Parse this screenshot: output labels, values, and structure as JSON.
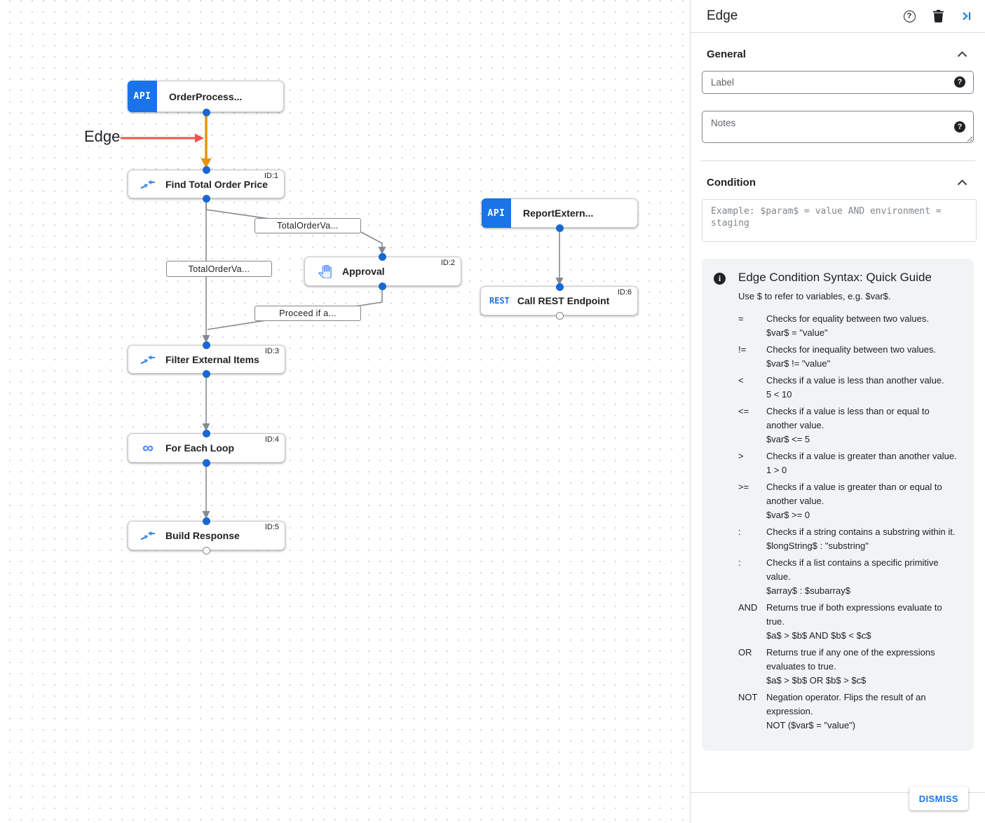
{
  "canvas": {
    "annotation": {
      "label": "Edge"
    },
    "nodes": [
      {
        "title": "OrderProcess...",
        "badge": "",
        "icon": "api",
        "icon_label": "API"
      },
      {
        "title": "Find Total Order Price",
        "badge": "ID:1",
        "icon": "data-mapping"
      },
      {
        "title": "Approval",
        "badge": "ID:2",
        "icon": "pan-tool"
      },
      {
        "title": "ReportExtern...",
        "badge": "",
        "icon": "api",
        "icon_label": "API"
      },
      {
        "title": "Call REST Endpoint",
        "badge": "ID:6",
        "icon": "rest",
        "icon_label": "REST"
      },
      {
        "title": "Filter External Items",
        "badge": "ID:3",
        "icon": "data-mapping"
      },
      {
        "title": "For Each Loop",
        "badge": "ID:4",
        "icon": "loop",
        "icon_label": "∞"
      },
      {
        "title": "Build Response",
        "badge": "ID:5",
        "icon": "data-mapping"
      }
    ],
    "edge_labels": [
      "TotalOrderVa...",
      "TotalOrderVa...",
      "Proceed if a..."
    ]
  },
  "panel": {
    "title": "Edge",
    "general": {
      "heading": "General",
      "label_placeholder": "Label",
      "notes_placeholder": "Notes"
    },
    "condition": {
      "heading": "Condition",
      "placeholder": "Example: $param$ = value AND environment = staging"
    },
    "guide": {
      "title": "Edge Condition Syntax: Quick Guide",
      "subtitle": "Use $ to refer to variables, e.g. $var$.",
      "entries": [
        {
          "op": "=",
          "desc": "Checks for equality between two values.",
          "example": "$var$ = \"value\""
        },
        {
          "op": "!=",
          "desc": "Checks for inequality between two values.",
          "example": "$var$ != \"value\""
        },
        {
          "op": "<",
          "desc": "Checks if a value is less than another value.",
          "example": "5 < 10"
        },
        {
          "op": "<=",
          "desc": "Checks if a value is less than or equal to another value.",
          "example": "$var$ <= 5"
        },
        {
          "op": ">",
          "desc": "Checks if a value is greater than another value.",
          "example": "1 > 0"
        },
        {
          "op": ">=",
          "desc": "Checks if a value is greater than or equal to another value.",
          "example": "$var$ >= 0"
        },
        {
          "op": ":",
          "desc": "Checks if a string contains a substring within it.",
          "example": "$longString$ : \"substring\""
        },
        {
          "op": ":",
          "desc": "Checks if a list contains a specific primitive value.",
          "example": "$array$ : $subarray$"
        },
        {
          "op": "AND",
          "desc": "Returns true if both expressions evaluate to true.",
          "example": "$a$ > $b$ AND $b$ < $c$"
        },
        {
          "op": "OR",
          "desc": "Returns true if any one of the expressions evaluates to true.",
          "example": "$a$ > $b$ OR $b$ > $c$"
        },
        {
          "op": "NOT",
          "desc": "Negation operator. Flips the result of an expression.",
          "example": "NOT ($var$ = \"value\")"
        }
      ]
    },
    "dismiss_label": "DISMISS"
  },
  "colors": {
    "accent_blue": "#1a73e8",
    "dot_blue": "#1967d2",
    "icon_blue": "#4285f4",
    "edge_gray": "#848a90",
    "selected_edge_orange": "#e8930c",
    "annotation_red": "#f0544c"
  }
}
